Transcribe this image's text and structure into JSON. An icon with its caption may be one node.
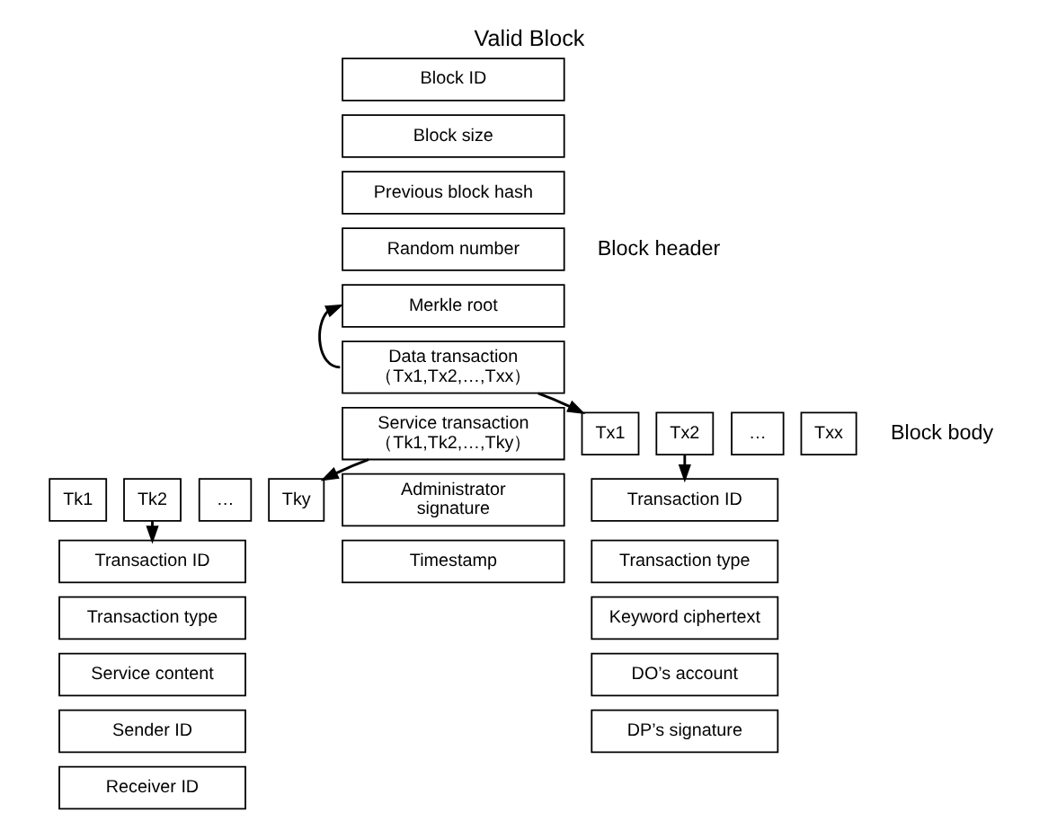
{
  "diagram": {
    "title": "Valid Block",
    "nodes": [
      {
        "text": [
          "Block ID"
        ]
      },
      {
        "text": [
          "Block size"
        ]
      },
      {
        "text": [
          "Previous block hash"
        ]
      },
      {
        "text": [
          "Random number"
        ]
      },
      {
        "text": [
          "Merkle root"
        ]
      },
      {
        "text": [
          "Data transaction （Tx1,Tx2,…,Txx）"
        ]
      },
      {
        "text": [
          "Service transaction （Tk1,Tk2,…,Tky）"
        ]
      },
      {
        "text": [
          "Administrator signature"
        ]
      },
      {
        "text": [
          "Timestamp"
        ]
      },
      {
        "text": [
          "Tk1"
        ]
      },
      {
        "text": [
          "Tk2"
        ]
      },
      {
        "text": [
          "…"
        ]
      },
      {
        "text": [
          "Tky"
        ]
      },
      {
        "text": [
          "Tx1"
        ]
      },
      {
        "text": [
          "Tx2"
        ]
      },
      {
        "text": [
          "…"
        ]
      },
      {
        "text": [
          "Txx"
        ]
      },
      {
        "text": [
          "Transaction ID"
        ]
      },
      {
        "text": [
          "Transaction type"
        ]
      },
      {
        "text": [
          "Service content"
        ]
      },
      {
        "text": [
          "Sender ID"
        ]
      },
      {
        "text": [
          "Receiver ID"
        ]
      },
      {
        "text": [
          "Transaction ID"
        ]
      },
      {
        "text": [
          "Transaction type"
        ]
      },
      {
        "text": [
          "Keyword ciphertext"
        ]
      },
      {
        "text": [
          "DO’s account"
        ]
      },
      {
        "text": [
          "DP’s signature"
        ]
      }
    ],
    "edges": [
      {
        "from": 5,
        "to": 4,
        "arrow": "to"
      },
      {
        "from": 5,
        "to": 13,
        "arrow": "to"
      },
      {
        "from": 6,
        "to": 12,
        "arrow": "to"
      },
      {
        "from": 10,
        "to": 17,
        "arrow": "to"
      },
      {
        "from": 14,
        "to": 22,
        "arrow": "to"
      }
    ],
    "labels": [
      "Block header",
      "Block body"
    ]
  }
}
